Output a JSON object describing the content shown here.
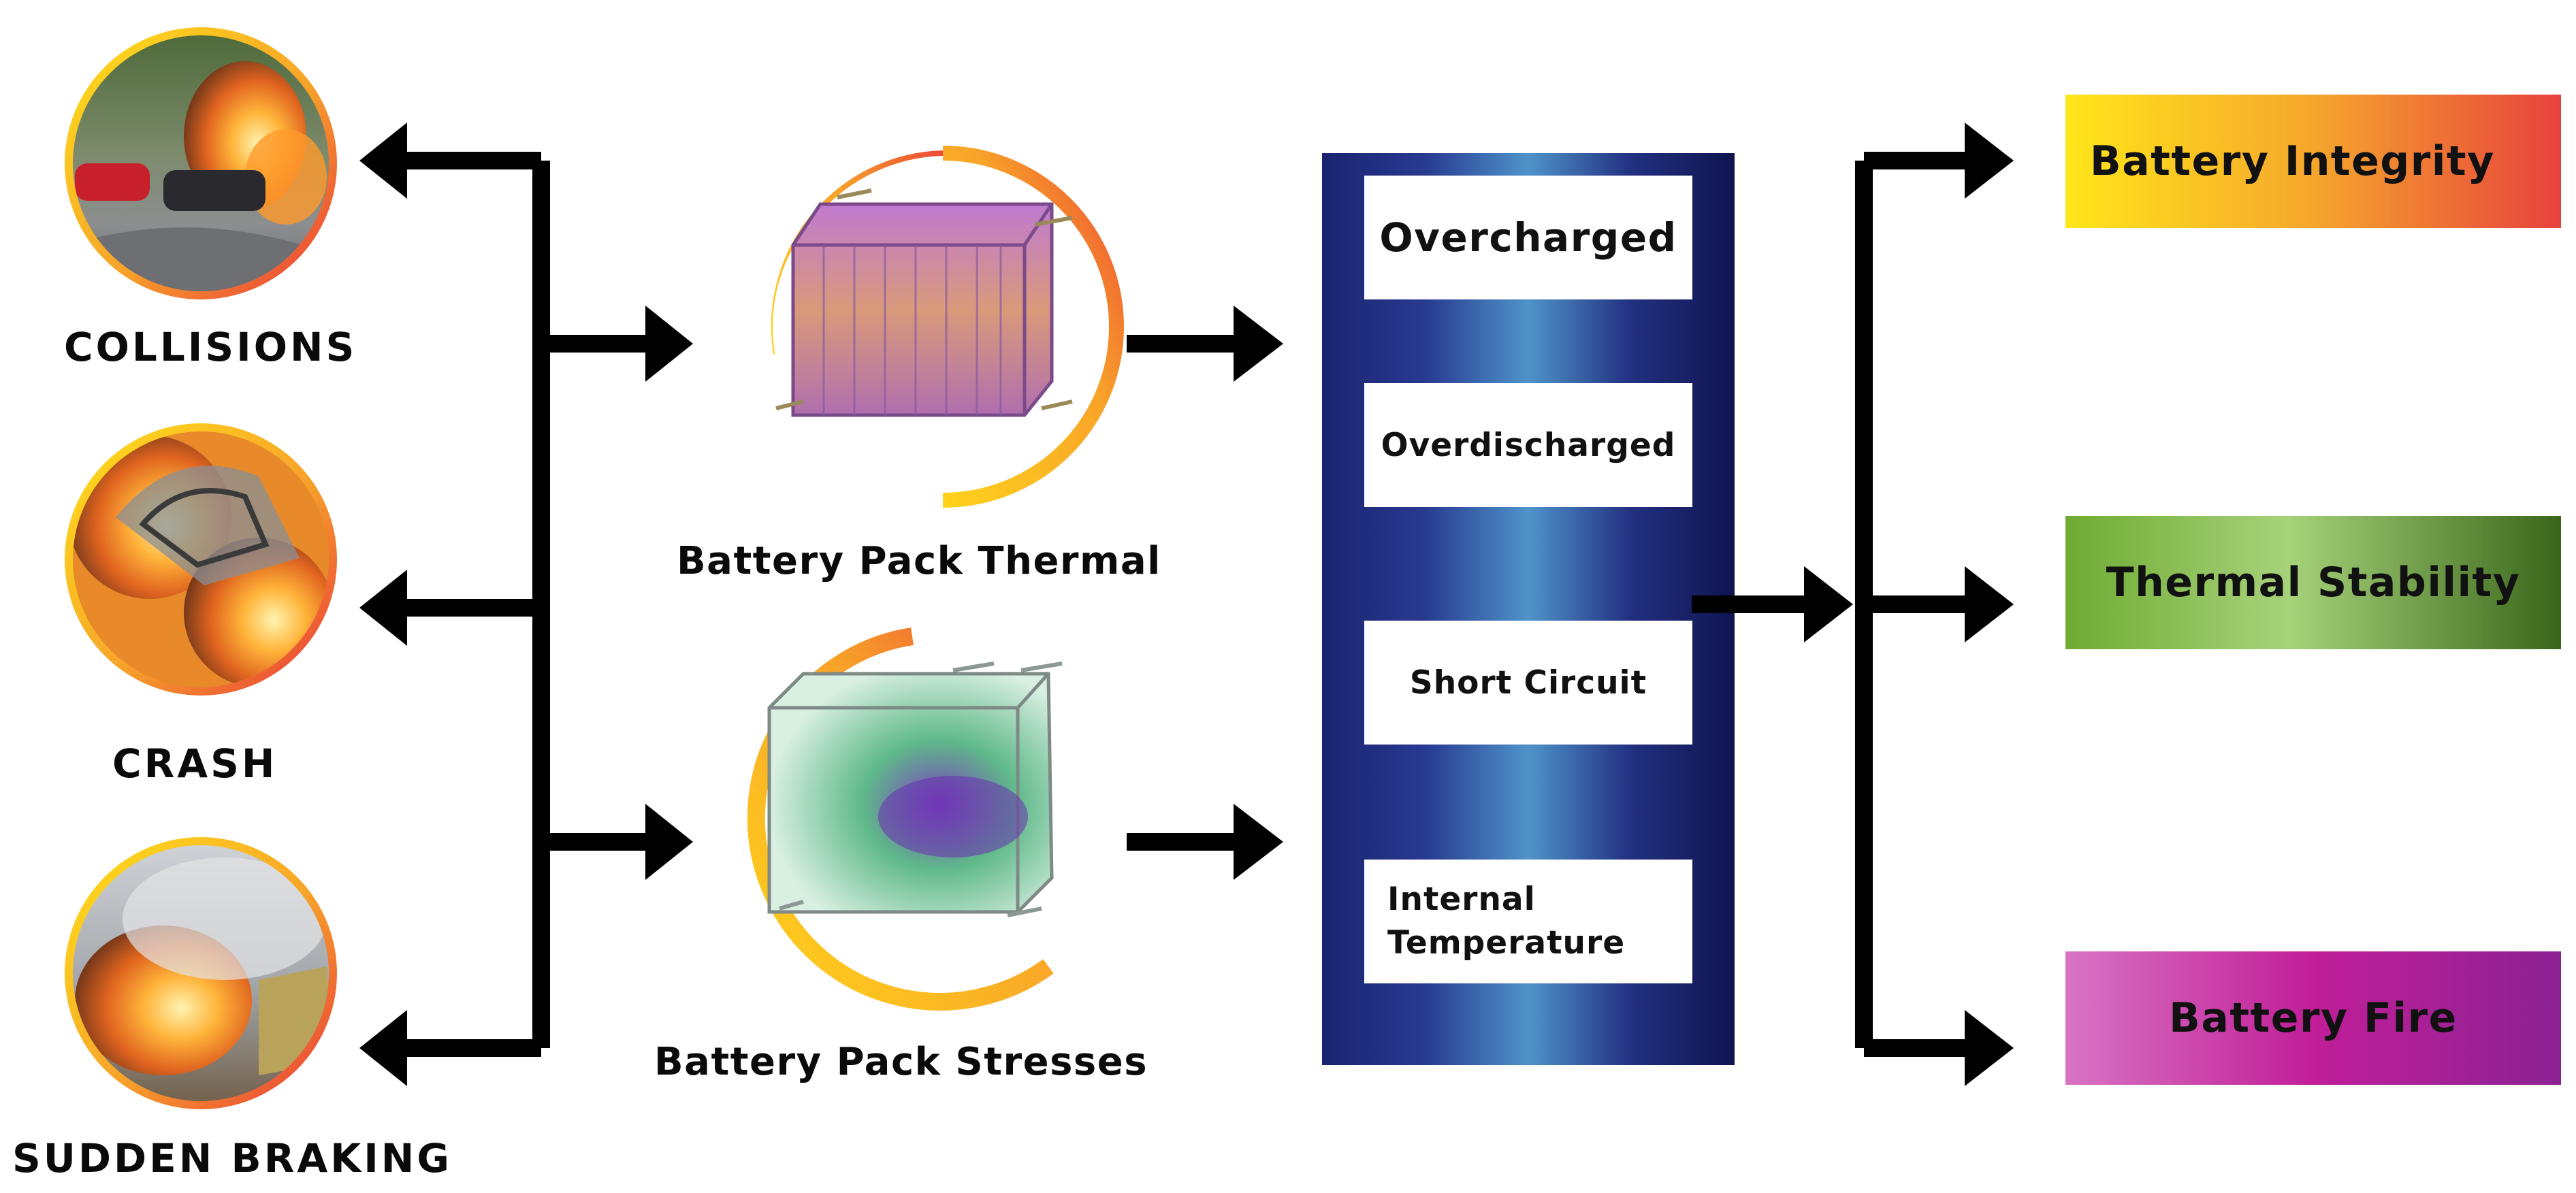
{
  "causes": [
    {
      "label": "COLLISIONS"
    },
    {
      "label": "CRASH"
    },
    {
      "label": "SUDDEN BRAKING"
    }
  ],
  "packs": [
    {
      "label": "Battery Pack Thermal"
    },
    {
      "label": "Battery Pack Stresses"
    }
  ],
  "conditions": [
    {
      "label": "Overcharged"
    },
    {
      "label": "Overdischarged"
    },
    {
      "label": "Short Circuit"
    },
    {
      "label": "Internal\nTemperature"
    }
  ],
  "outcomes": [
    {
      "label": "Battery Integrity"
    },
    {
      "label": "Thermal Stability"
    },
    {
      "label": "Battery Fire"
    }
  ],
  "colors": {
    "arrow": "#000000",
    "panel_dark": "#1c2470",
    "panel_light": "#4f8fc6",
    "ring_yellow": "#ffd21c",
    "ring_red": "#ea3d34",
    "integrity_from": "#ffe61a",
    "integrity_to": "#e8413d",
    "stability_from": "#6fab33",
    "stability_to": "#3d6a1c",
    "fire_from": "#d670c0",
    "fire_to": "#8c2093"
  }
}
